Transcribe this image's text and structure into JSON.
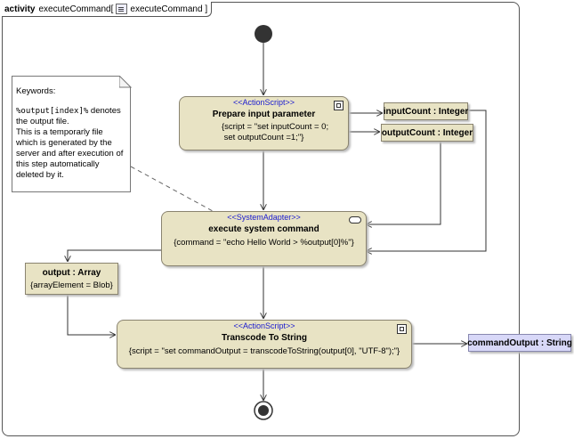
{
  "frame": {
    "keyword": "activity",
    "name": "executeCommand[",
    "name_ref": "executeCommand ]"
  },
  "note": {
    "keywords_label": "Keywords",
    "keywords_colon": ":",
    "code": "%output[index]%",
    "line1_rest": " denotes",
    "line2": "the output file.",
    "line3": "This is a temporarly file",
    "line4": "which is generated by the",
    "line5": "server and after execution of",
    "line6": "this step automatically",
    "line7": "deleted by it."
  },
  "actions": [
    {
      "stereotype": "<<ActionScript>>",
      "name": "Prepare input parameter",
      "props": "{script = \"set inputCount = 0;\n set outputCount =1;\"}"
    },
    {
      "stereotype": "<<SystemAdapter>>",
      "name": "execute system command",
      "props": "{command = \"echo Hello World > %output[0]%\"}"
    },
    {
      "stereotype": "<<ActionScript>>",
      "name": "Transcode To String",
      "props": "{script = \"set commandOutput = transcodeToString(output[0], \"UTF-8\");\"}"
    }
  ],
  "objects": {
    "input_count": "inputCount : Integer",
    "output_count": "outputCount : Integer",
    "output": "output : Array",
    "output_sub": "{arrayElement = Blob}",
    "command_output": "commandOutput : String"
  },
  "colors": {
    "action_fill": "#e8e3c4",
    "pin_fill": "#d8d8f8",
    "stereotype": "#1a1ad0"
  }
}
